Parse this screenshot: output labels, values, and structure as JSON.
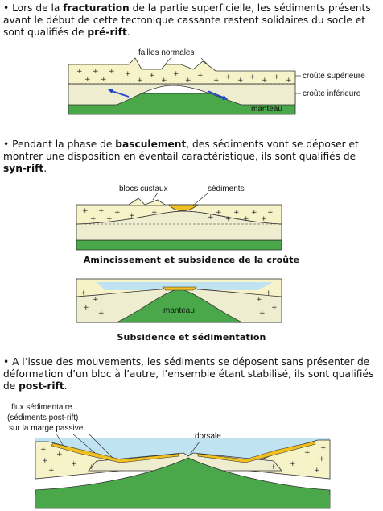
{
  "section1": {
    "text_a": "Lors de la ",
    "bold1": "fracturation",
    "text_b": " de la partie superficielle, les sédiments présents avant le début de cette tectonique cassante restent solidaires du socle et sont qualifiés de ",
    "bold2": "pré-rift",
    "text_c": "."
  },
  "diagram1": {
    "label_faults": "failles normales",
    "label_upper_crust": "croûte supérieure",
    "label_lower_crust": "croûte inférieure",
    "label_mantle": "manteau"
  },
  "section2": {
    "text_a": "Pendant la phase de ",
    "bold1": "basculement",
    "text_b": ", des sédiments vont se déposer et montrer une disposition en éventail caractéristique, ils sont qualifiés de ",
    "bold2": "syn-rift",
    "text_c": "."
  },
  "diagram2": {
    "label_blocks": "blocs custaux",
    "label_sediments": "sédiments",
    "caption": "Amincissement et subsidence de la croûte"
  },
  "diagram3": {
    "label_mantle": "manteau",
    "caption": "Subsidence et sédimentation"
  },
  "section3": {
    "text_a": "A l’issue des mouvements, les sédiments se déposent sans présenter de déformation d’un bloc à l’autre, l’ensemble étant stabilisé, ils sont qualifiés de ",
    "bold1": "post-rift",
    "text_c": "."
  },
  "diagram4": {
    "label_flux_1": "flux sédimentaire",
    "label_flux_2": "(sédiments post-rift)",
    "label_flux_3": "sur la marge passive",
    "label_ridge": "dorsale"
  },
  "colors": {
    "upper_crust": "#f7f3c9",
    "lower_crust": "#efedd0",
    "mantle": "#4aa84a",
    "water": "#bfe3f0",
    "sediment": "#f0c020",
    "arrow": "#2244cc"
  }
}
